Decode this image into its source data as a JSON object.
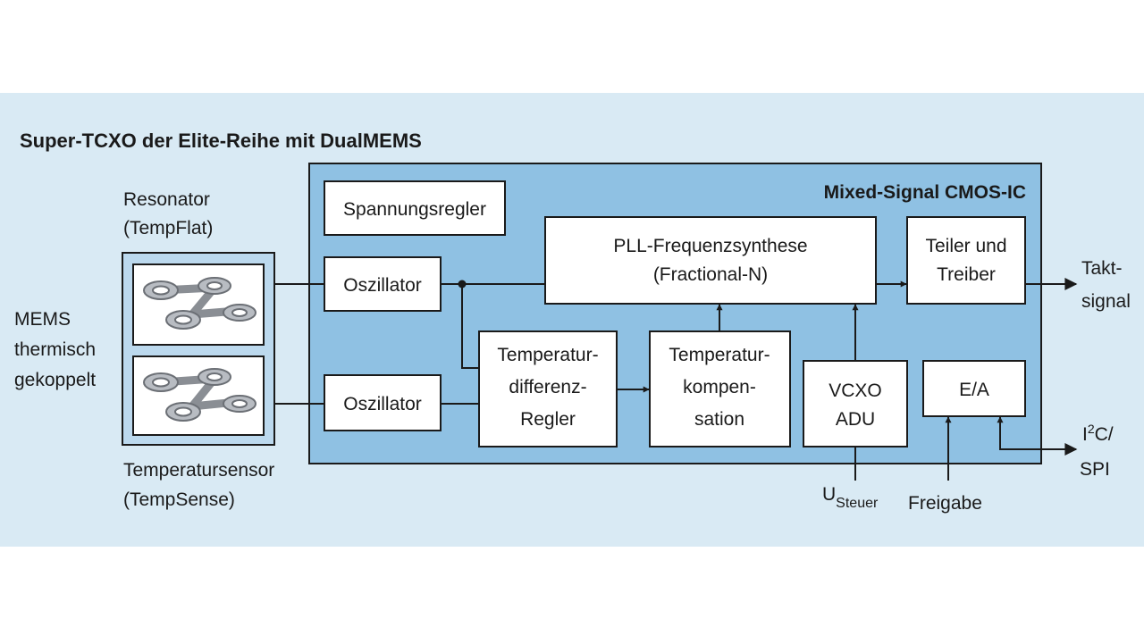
{
  "title": "Super-TCXO der Elite-Reihe mit DualMEMS",
  "ic_label": "Mixed-Signal CMOS-IC",
  "left_labels": {
    "resonator": [
      "Resonator",
      "(TempFlat)"
    ],
    "mems": [
      "MEMS",
      "thermisch",
      "gekoppelt"
    ],
    "tempsensor": [
      "Temperatursensor",
      "(TempSense)"
    ]
  },
  "blocks": {
    "spannungsregler": [
      "Spannungsregler"
    ],
    "oszillator_top": [
      "Oszillator"
    ],
    "oszillator_bottom": [
      "Oszillator"
    ],
    "pll": [
      "PLL-Frequenzsynthese",
      "(Fractional-N)"
    ],
    "teiler": [
      "Teiler und",
      "Treiber"
    ],
    "temp_diff": [
      "Temperatur-",
      "differenz-",
      "Regler"
    ],
    "temp_komp": [
      "Temperatur-",
      "kompen-",
      "sation"
    ],
    "vcxo": [
      "VCXO",
      "ADU"
    ],
    "ea": [
      "E/A"
    ]
  },
  "outputs": {
    "takt": [
      "Takt-",
      "signal"
    ],
    "i2c_main": "I",
    "i2c_sup": "2",
    "i2c_rest": "C/",
    "spi": "SPI",
    "u_main": "U",
    "u_sub": "Steuer",
    "freigabe": "Freigabe"
  },
  "colors": {
    "band": "#d9eaf4",
    "ic_fill": "#8fc1e3",
    "block_fill": "#ffffff",
    "mems_fill": "#bcd9ee",
    "line": "#1a1a1a"
  }
}
